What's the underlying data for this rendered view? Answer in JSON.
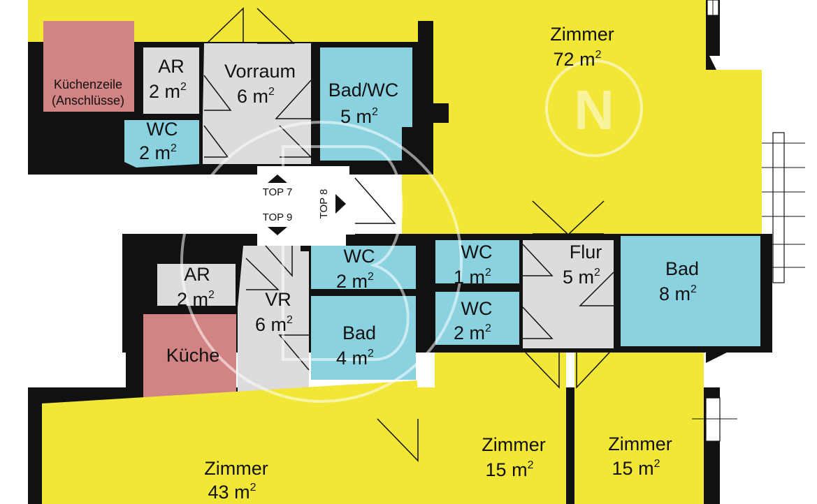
{
  "colors": {
    "living": "#f2e636",
    "wet": "#8ad2df",
    "kitchen": "#d28383",
    "circulation": "#dcdcdc",
    "wall": "#111111"
  },
  "rooms": {
    "zimmer72": {
      "name": "Zimmer",
      "area": "72 m"
    },
    "kuechenzeile": {
      "name": "Küchenzeile",
      "sub": "(Anschlüsse)"
    },
    "ar_top": {
      "name": "AR",
      "area": "2 m"
    },
    "vorraum": {
      "name": "Vorraum",
      "area": "6 m"
    },
    "badwc": {
      "name": "Bad/WC",
      "area": "5 m"
    },
    "wc_top": {
      "name": "WC",
      "area": "2 m"
    },
    "ar_bottom": {
      "name": "AR",
      "area": "2 m"
    },
    "vr": {
      "name": "VR",
      "area": "6 m"
    },
    "wc_a": {
      "name": "WC",
      "area": "2 m"
    },
    "bad4": {
      "name": "Bad",
      "area": "4 m"
    },
    "kueche": {
      "name": "Küche"
    },
    "wc_b": {
      "name": "WC",
      "area": "1 m"
    },
    "wc_c": {
      "name": "WC",
      "area": "2 m"
    },
    "flur": {
      "name": "Flur",
      "area": "5 m"
    },
    "bad8": {
      "name": "Bad",
      "area": "8 m"
    },
    "zimmer43": {
      "name": "Zimmer",
      "area": "43 m"
    },
    "zimmer15a": {
      "name": "Zimmer",
      "area": "15 m"
    },
    "zimmer15b": {
      "name": "Zimmer",
      "area": "15 m"
    }
  },
  "squared": "2",
  "units": {
    "top7": "TOP 7",
    "top9": "TOP 9",
    "top8": "TOP 8"
  },
  "watermark_letter": "N"
}
